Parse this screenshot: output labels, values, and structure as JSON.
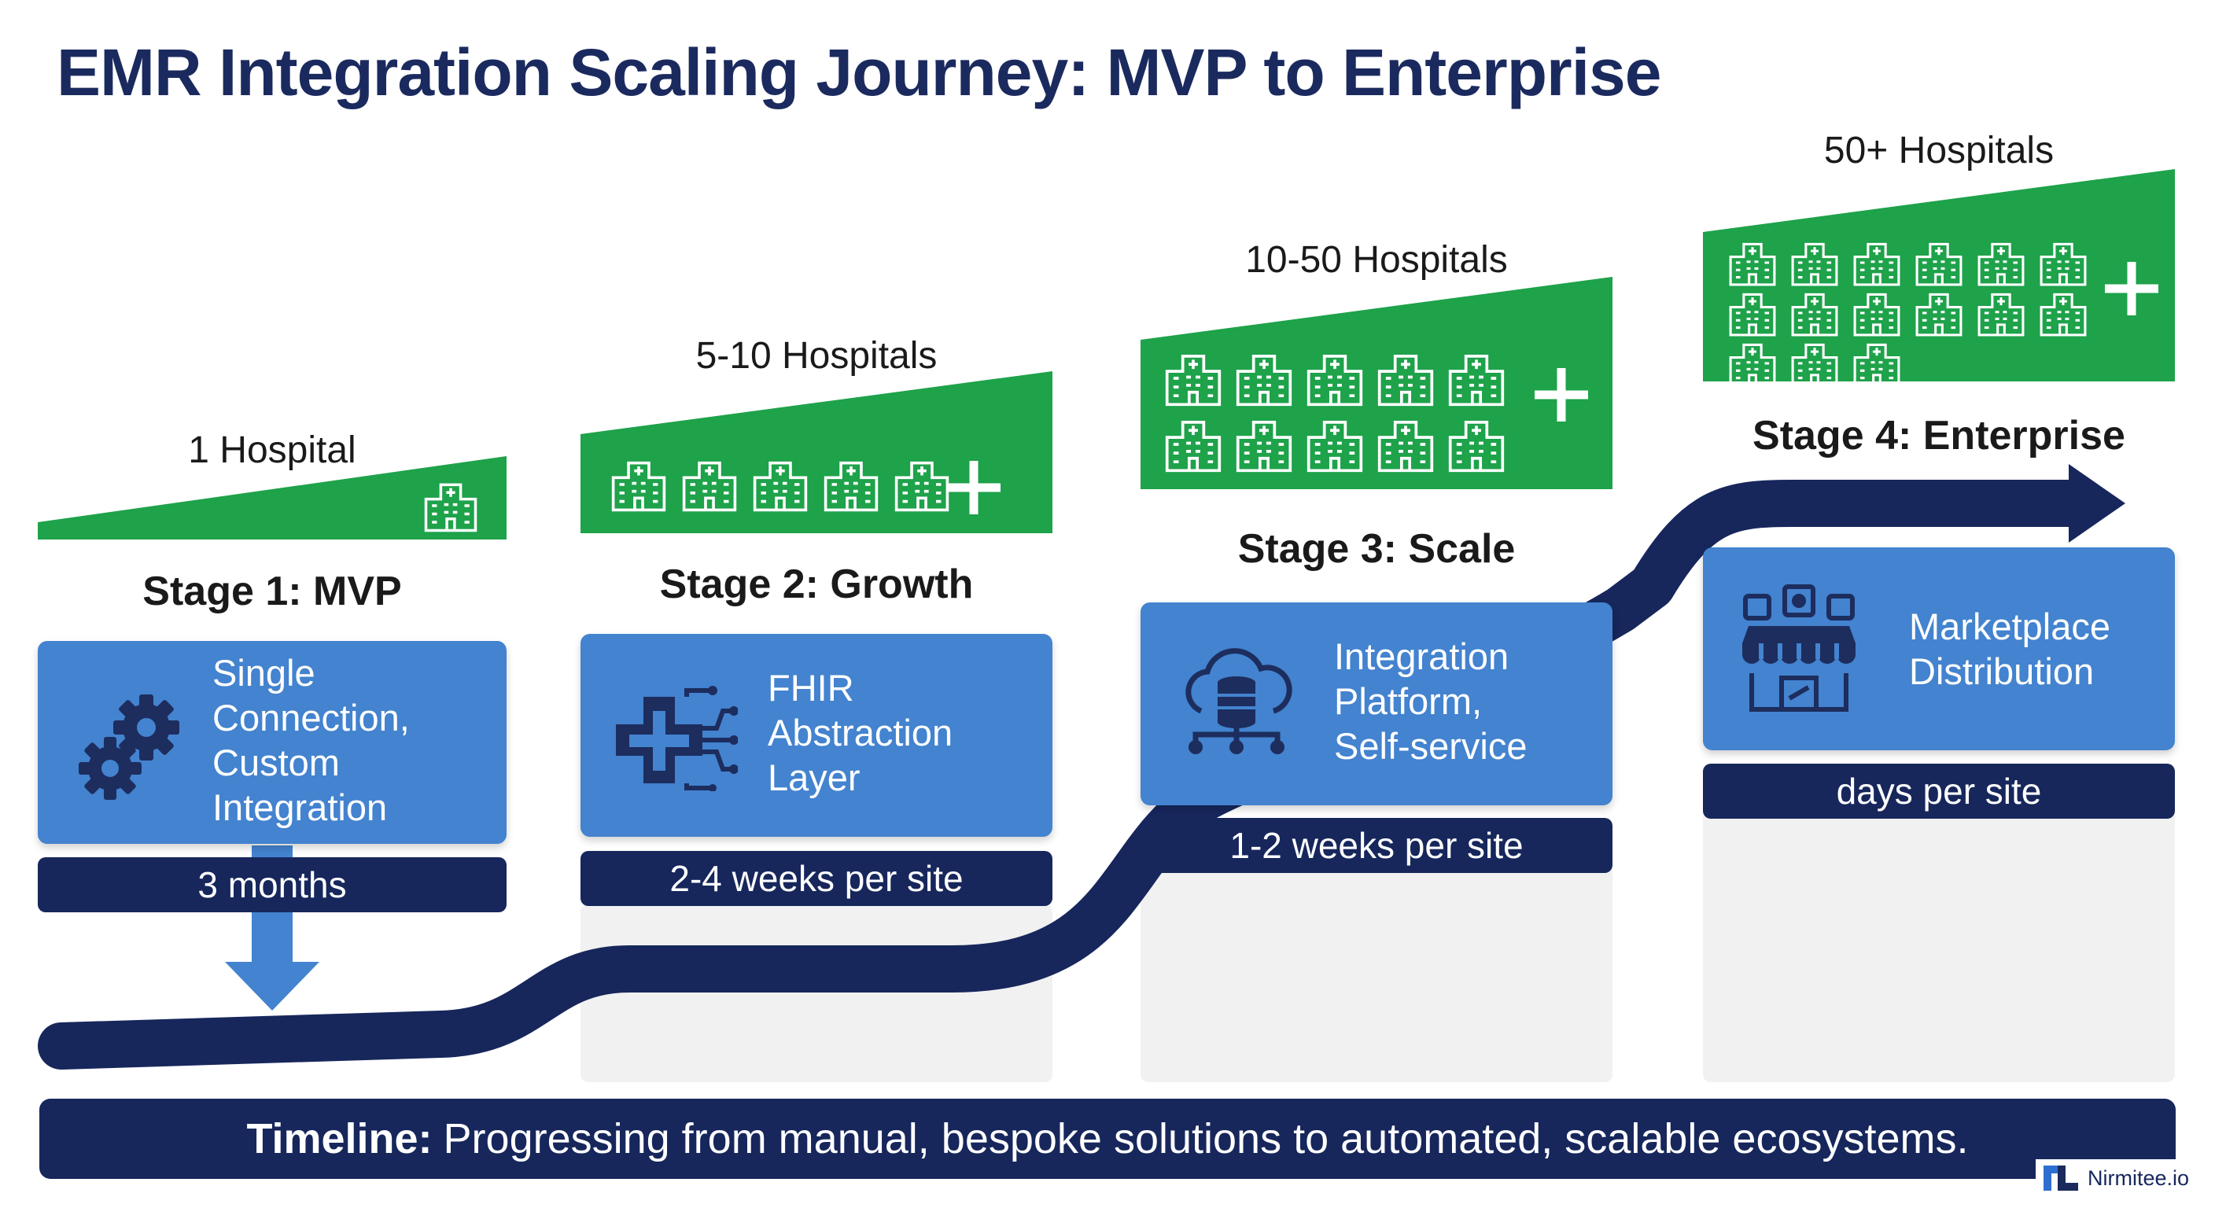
{
  "title": "EMR Integration Scaling Journey: MVP to Enterprise",
  "colors": {
    "navy": "#17275c",
    "title_navy": "#1b2a5e",
    "blue": "#4383cf",
    "green": "#1ea24a",
    "column_bg": "#f1f1f1"
  },
  "stages": [
    {
      "hospitals": "1 Hospital",
      "hospital_icon_count": 1,
      "has_plus": false,
      "label": "Stage 1: MVP",
      "icon": "gears-icon",
      "desc": [
        "Single",
        "Connection,",
        "Custom",
        "Integration"
      ],
      "duration": "3 months"
    },
    {
      "hospitals": "5-10 Hospitals",
      "hospital_icon_count": 5,
      "has_plus": true,
      "label": "Stage 2: Growth",
      "icon": "medical-circuit-icon",
      "desc": [
        "FHIR",
        "Abstraction",
        "Layer"
      ],
      "duration": "2-4 weeks per site"
    },
    {
      "hospitals": "10-50 Hospitals",
      "hospital_icon_count": 10,
      "has_plus": true,
      "label": "Stage 3: Scale",
      "icon": "cloud-database-icon",
      "desc": [
        "Integration",
        "Platform,",
        "Self-service"
      ],
      "duration": "1-2 weeks per site"
    },
    {
      "hospitals": "50+ Hospitals",
      "hospital_icon_count": 15,
      "has_plus": true,
      "label": "Stage 4: Enterprise",
      "icon": "marketplace-store-icon",
      "desc": [
        "Marketplace",
        "Distribution"
      ],
      "duration": "days per site"
    }
  ],
  "timeline": {
    "bold": "Timeline:",
    "text": "Progressing from manual, bespoke solutions to automated, scalable ecosystems."
  },
  "logo": {
    "text": "Nirmitee.io"
  }
}
